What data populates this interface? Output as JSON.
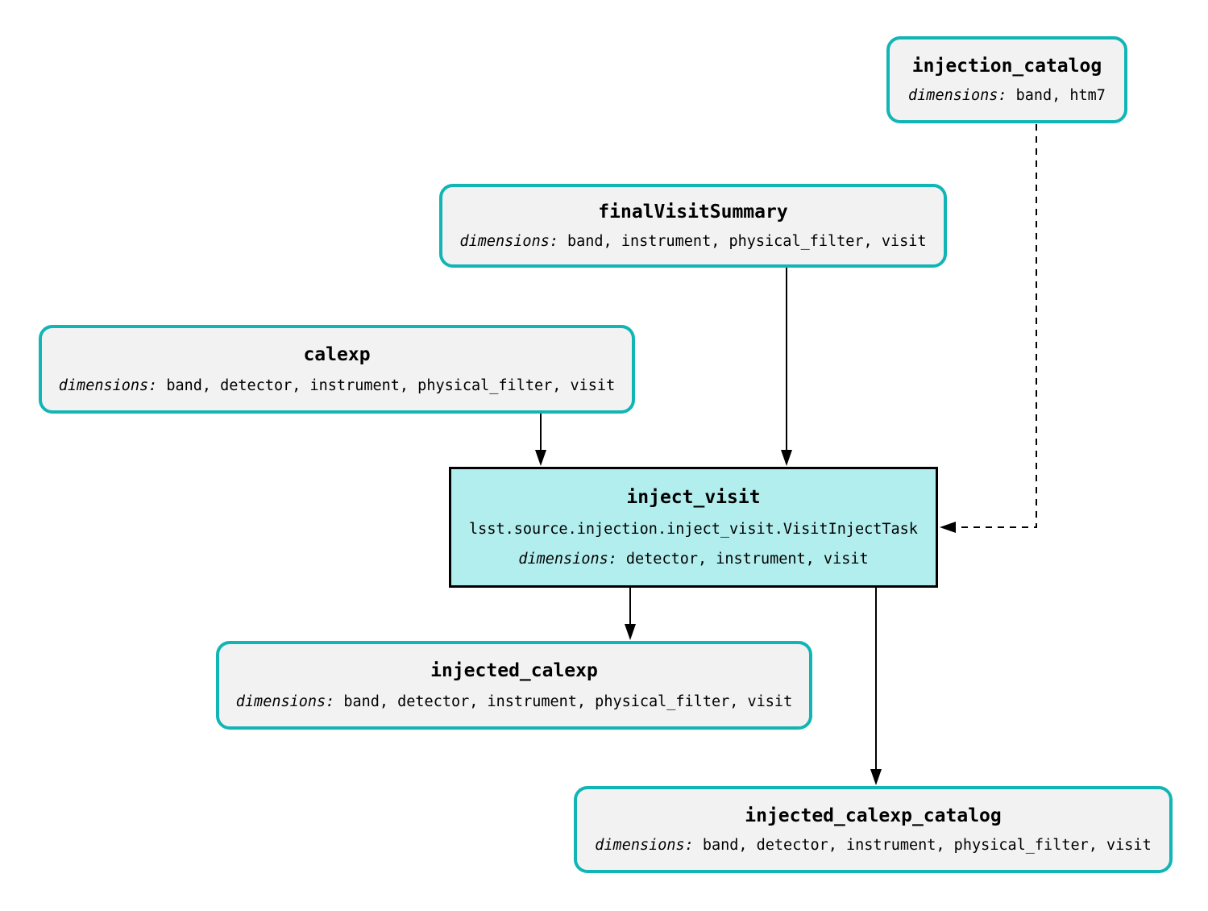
{
  "diagram": {
    "kind": "pipeline-task-graph",
    "colors": {
      "dataset_border": "#12b5b5",
      "dataset_fill": "#f2f2f2",
      "task_fill": "#b2eeee",
      "task_border": "#000000",
      "edge": "#000000",
      "background": "#ffffff"
    }
  },
  "nodes": {
    "injection_catalog": {
      "type": "dataset",
      "title": "injection_catalog",
      "dimensions_label": "dimensions:",
      "dimensions": "band, htm7"
    },
    "finalVisitSummary": {
      "type": "dataset",
      "title": "finalVisitSummary",
      "dimensions_label": "dimensions:",
      "dimensions": "band, instrument, physical_filter, visit"
    },
    "calexp": {
      "type": "dataset",
      "title": "calexp",
      "dimensions_label": "dimensions:",
      "dimensions": "band, detector, instrument, physical_filter, visit"
    },
    "inject_visit": {
      "type": "task",
      "title": "inject_visit",
      "task_class": "lsst.source.injection.inject_visit.VisitInjectTask",
      "dimensions_label": "dimensions:",
      "dimensions": "detector, instrument, visit"
    },
    "injected_calexp": {
      "type": "dataset",
      "title": "injected_calexp",
      "dimensions_label": "dimensions:",
      "dimensions": "band, detector, instrument, physical_filter, visit"
    },
    "injected_calexp_catalog": {
      "type": "dataset",
      "title": "injected_calexp_catalog",
      "dimensions_label": "dimensions:",
      "dimensions": "band, detector, instrument, physical_filter, visit"
    }
  },
  "edges": [
    {
      "from": "calexp",
      "to": "inject_visit",
      "style": "solid"
    },
    {
      "from": "finalVisitSummary",
      "to": "inject_visit",
      "style": "solid"
    },
    {
      "from": "injection_catalog",
      "to": "inject_visit",
      "style": "dashed"
    },
    {
      "from": "inject_visit",
      "to": "injected_calexp",
      "style": "solid"
    },
    {
      "from": "inject_visit",
      "to": "injected_calexp_catalog",
      "style": "solid"
    }
  ]
}
